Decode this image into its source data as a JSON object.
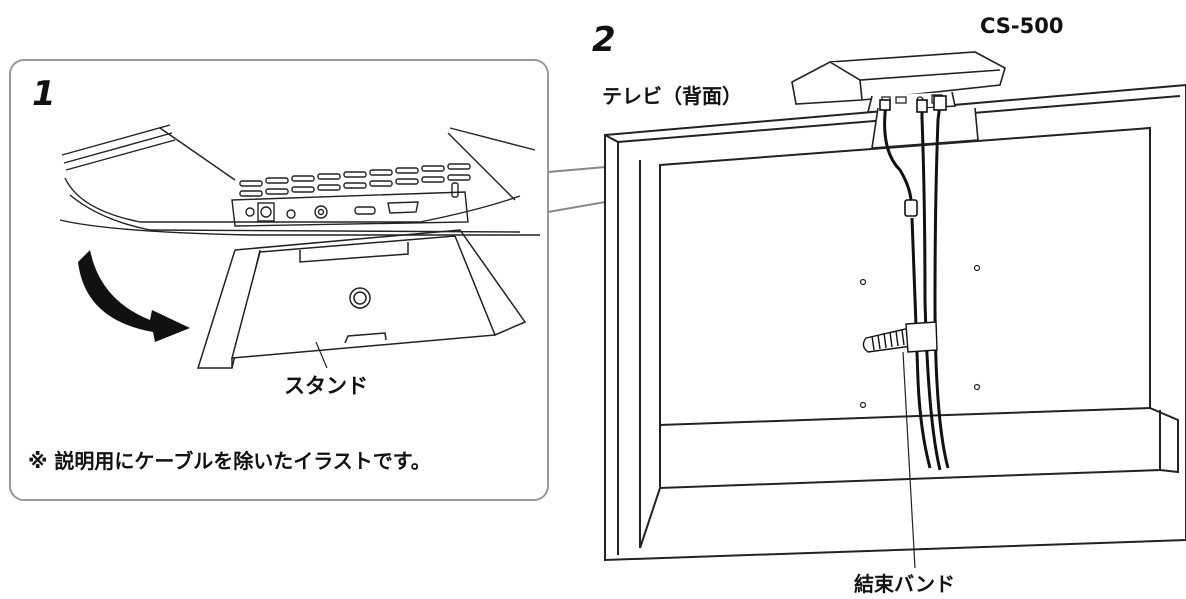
{
  "steps": {
    "step1": "1",
    "step2": "2"
  },
  "labels": {
    "device": "CS-500",
    "tv_back": "テレビ（背面）",
    "stand": "スタンド",
    "cable_band": "結束バンド"
  },
  "notes": {
    "illustration_note": "※ 説明用にケーブルを除いたイラストです。"
  }
}
